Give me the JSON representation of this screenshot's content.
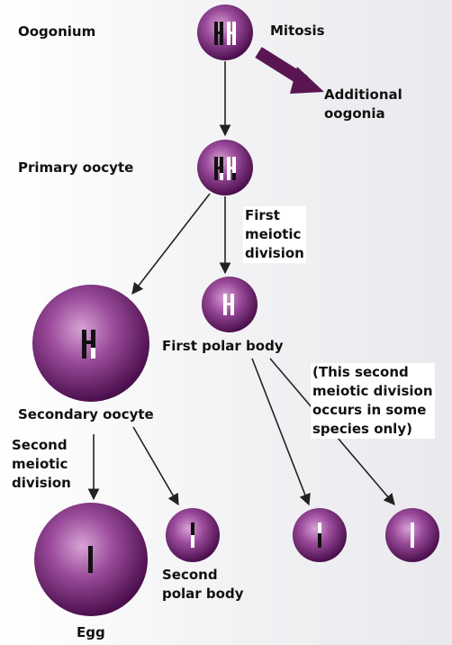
{
  "labels": {
    "oogonium": "Oogonium",
    "mitosis": "Mitosis",
    "additional_oogonia": [
      "Additional",
      "oogonia"
    ],
    "primary_oocyte": "Primary oocyte",
    "first_meiotic_division": [
      "First",
      "meiotic",
      "division"
    ],
    "first_polar_body": "First polar body",
    "second_division_note": [
      "(This second",
      "meiotic division",
      "occurs in some",
      "species only)"
    ],
    "secondary_oocyte": "Secondary oocyte",
    "second_meiotic_division": [
      "Second",
      "meiotic",
      "division"
    ],
    "second_polar_body": [
      "Second",
      "polar body"
    ],
    "egg": "Egg"
  },
  "colors": {
    "cell_light": "#c98fc8",
    "cell_mid": "#8a3c8c",
    "cell_dark": "#4e1050",
    "arrow": "#222222",
    "big_arrow": "#5a1652"
  }
}
